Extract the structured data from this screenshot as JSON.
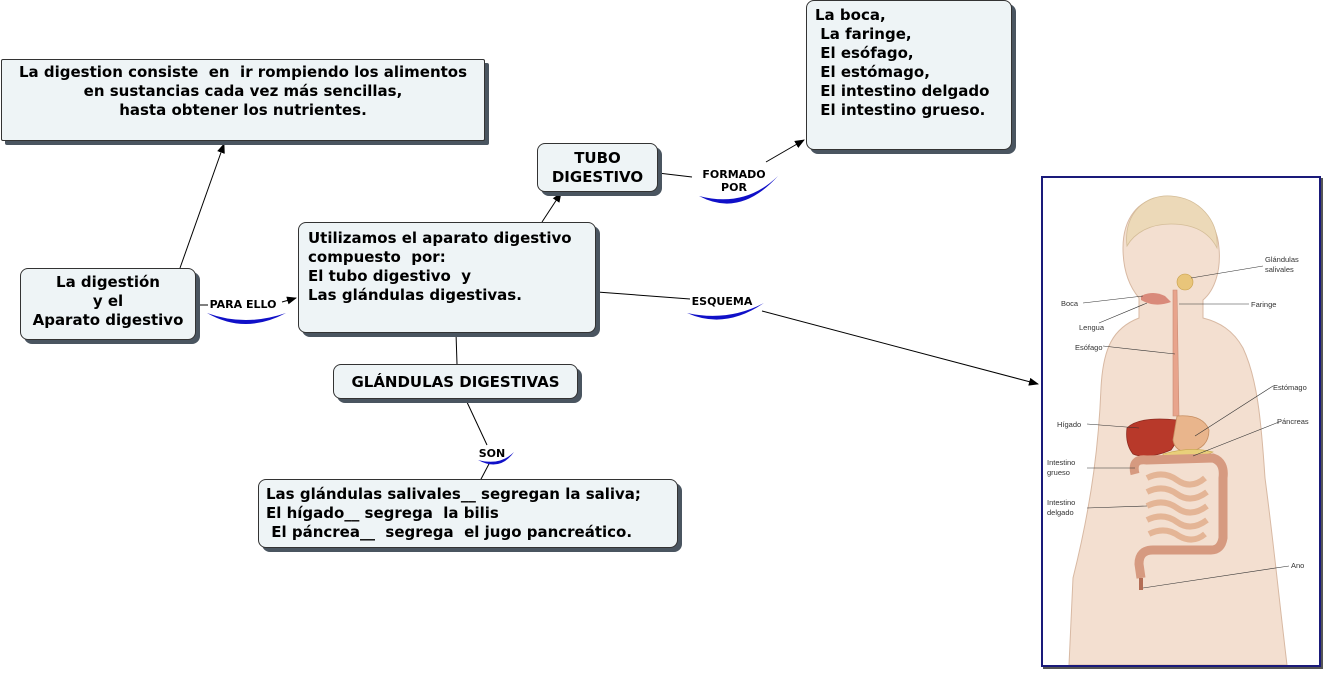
{
  "nodes": {
    "definicion": {
      "lines": [
        "La digestion consiste  en  ir rompiendo los alimentos",
        "en sustancias cada vez más sencillas,",
        "hasta obtener los nutrientes."
      ]
    },
    "titulo": {
      "lines": [
        "La digestión",
        "y el",
        "Aparato digestivo"
      ]
    },
    "aparato": {
      "lines": [
        "Utilizamos el aparato digestivo",
        "compuesto  por:",
        "El tubo digestivo  y",
        "Las glándulas digestivas."
      ]
    },
    "tubo": {
      "lines": [
        "TUBO",
        "DIGESTIVO"
      ]
    },
    "organos": {
      "lines": [
        "La boca,",
        " La faringe,",
        " El esófago,",
        " El estómago,",
        " El intestino delgado",
        " El intestino grueso."
      ]
    },
    "glandulas": {
      "lines": [
        "GLÁNDULAS DIGESTIVAS"
      ]
    },
    "funciones": {
      "lines": [
        "Las glándulas salivales__ segregan la saliva;",
        "El hígado__ segrega  la bilis",
        " El páncrea__  segrega  el jugo pancreático."
      ]
    }
  },
  "linking_phrases": {
    "para_ello": "PARA ELLO",
    "formado_por": [
      "FORMADO",
      "POR"
    ],
    "esquema": "ESQUEMA",
    "son": "SON"
  },
  "diagram_labels": {
    "glandulas_salivales": [
      "Glándulas",
      "salivales"
    ],
    "boca": "Boca",
    "faringe": "Faringe",
    "lengua": "Lengua",
    "esofago": "Esófago",
    "estomago": "Estómago",
    "higado": "Hígado",
    "pancreas": "Páncreas",
    "intestino_grueso": [
      "Intestino",
      "grueso"
    ],
    "intestino_delgado": [
      "Intestino",
      "delgado"
    ],
    "ano": "Ano"
  },
  "colors": {
    "node_fill": "#eef4f6",
    "node_shadow": "#4a5560",
    "linker_swoosh": "#1010c8",
    "frame_border": "#1a1a7a"
  }
}
